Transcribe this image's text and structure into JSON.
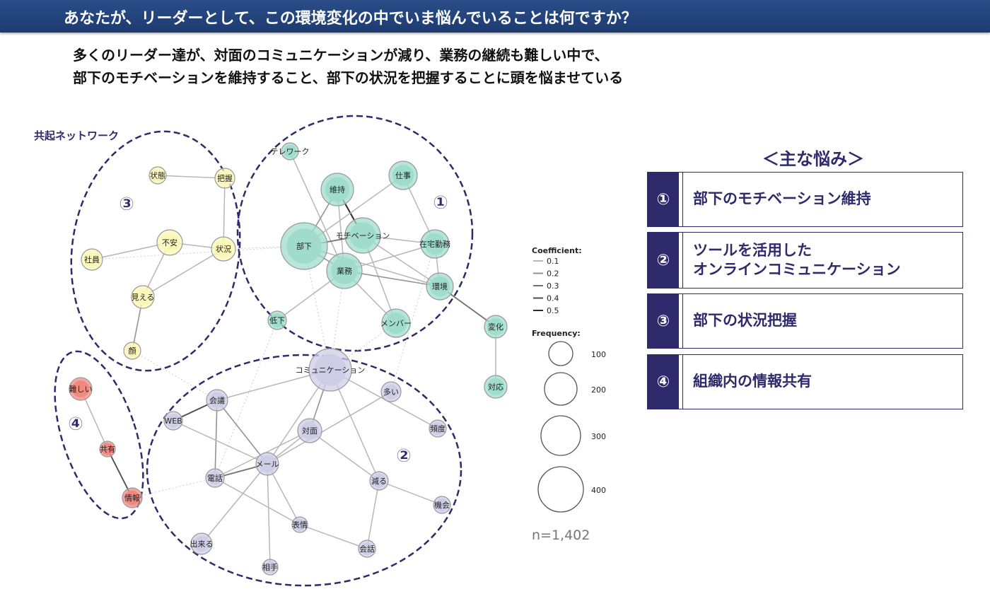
{
  "header": {
    "title": "あなたが、リーダーとして、この環境変化の中でいま悩んでいることは何ですか？"
  },
  "summary": {
    "line1": "多くのリーダー達が、対面のコミュニケーションが減り、業務の継続も難しい中で、",
    "line2": "部下のモチベーションを維持すること、部下の状況を把握することに頭を悩ませている"
  },
  "network": {
    "title": "共起ネットワーク",
    "group_labels": [
      "①",
      "②",
      "③",
      "④"
    ],
    "colors": {
      "g1": "#9fdccb",
      "g2": "#cfcde6",
      "g3": "#fbf7b8",
      "g4": "#f08a80",
      "frame": "#2e2a6b"
    },
    "nodes": [
      {
        "id": "テレワーク",
        "group": 1,
        "freq": 40
      },
      {
        "id": "維持",
        "group": 1,
        "freq": 150
      },
      {
        "id": "仕事",
        "group": 1,
        "freq": 110
      },
      {
        "id": "部下",
        "group": 1,
        "freq": 320
      },
      {
        "id": "モチベーション",
        "group": 1,
        "freq": 180
      },
      {
        "id": "在宅勤務",
        "group": 1,
        "freq": 110
      },
      {
        "id": "業務",
        "group": 1,
        "freq": 180
      },
      {
        "id": "環境",
        "group": 1,
        "freq": 100
      },
      {
        "id": "低下",
        "group": 1,
        "freq": 50
      },
      {
        "id": "メンバー",
        "group": 1,
        "freq": 110
      },
      {
        "id": "変化",
        "group": 1,
        "freq": 70
      },
      {
        "id": "対応",
        "group": 1,
        "freq": 70
      },
      {
        "id": "状態",
        "group": 3,
        "freq": 40
      },
      {
        "id": "把握",
        "group": 3,
        "freq": 55
      },
      {
        "id": "不安",
        "group": 3,
        "freq": 90
      },
      {
        "id": "状況",
        "group": 3,
        "freq": 80
      },
      {
        "id": "社員",
        "group": 3,
        "freq": 60
      },
      {
        "id": "見える",
        "group": 3,
        "freq": 70
      },
      {
        "id": "顔",
        "group": 3,
        "freq": 40
      },
      {
        "id": "コミュニケーション",
        "group": 2,
        "freq": 260
      },
      {
        "id": "多い",
        "group": 2,
        "freq": 55
      },
      {
        "id": "会議",
        "group": 2,
        "freq": 65
      },
      {
        "id": "WEB",
        "group": 2,
        "freq": 50
      },
      {
        "id": "頻度",
        "group": 2,
        "freq": 40
      },
      {
        "id": "対面",
        "group": 2,
        "freq": 85
      },
      {
        "id": "メール",
        "group": 2,
        "freq": 75
      },
      {
        "id": "電話",
        "group": 2,
        "freq": 50
      },
      {
        "id": "減る",
        "group": 2,
        "freq": 50
      },
      {
        "id": "機会",
        "group": 2,
        "freq": 40
      },
      {
        "id": "表情",
        "group": 2,
        "freq": 35
      },
      {
        "id": "会話",
        "group": 2,
        "freq": 40
      },
      {
        "id": "出来る",
        "group": 2,
        "freq": 60
      },
      {
        "id": "相手",
        "group": 2,
        "freq": 35
      },
      {
        "id": "難しい",
        "group": 4,
        "freq": 70
      },
      {
        "id": "共有",
        "group": 4,
        "freq": 35
      },
      {
        "id": "情報",
        "group": 4,
        "freq": 55
      }
    ],
    "edges": [
      [
        "テレワーク",
        "業務",
        0.1
      ],
      [
        "維持",
        "部下",
        0.2
      ],
      [
        "維持",
        "モチベーション",
        0.5
      ],
      [
        "維持",
        "業務",
        0.1
      ],
      [
        "仕事",
        "部下",
        0.1
      ],
      [
        "仕事",
        "在宅勤務",
        0.1
      ],
      [
        "部下",
        "モチベーション",
        0.3
      ],
      [
        "部下",
        "業務",
        0.2
      ],
      [
        "部下",
        "環境",
        0.1
      ],
      [
        "モチベーション",
        "在宅勤務",
        0.1
      ],
      [
        "モチベーション",
        "メンバー",
        0.1
      ],
      [
        "モチベーション",
        "環境",
        0.1
      ],
      [
        "業務",
        "在宅勤務",
        0.1
      ],
      [
        "業務",
        "環境",
        0.2
      ],
      [
        "業務",
        "メンバー",
        0.1
      ],
      [
        "業務",
        "低下",
        0.1
      ],
      [
        "在宅勤務",
        "環境",
        0.1
      ],
      [
        "環境",
        "変化",
        0.3
      ],
      [
        "変化",
        "対応",
        0.1
      ],
      [
        "状態",
        "把握",
        0.1
      ],
      [
        "把握",
        "状況",
        0.1
      ],
      [
        "状況",
        "不安",
        0.1
      ],
      [
        "不安",
        "社員",
        0.1
      ],
      [
        "不安",
        "見える",
        0.1
      ],
      [
        "見える",
        "顔",
        0.2
      ],
      [
        "状況",
        "見える",
        0.1
      ],
      [
        "コミュニケーション",
        "会議",
        0.1
      ],
      [
        "コミュニケーション",
        "対面",
        0.2
      ],
      [
        "コミュニケーション",
        "メール",
        0.1
      ],
      [
        "コミュニケーション",
        "減る",
        0.1
      ],
      [
        "コミュニケーション",
        "頻度",
        0.1
      ],
      [
        "会議",
        "WEB",
        0.4
      ],
      [
        "会議",
        "メール",
        0.2
      ],
      [
        "会議",
        "電話",
        0.2
      ],
      [
        "WEB",
        "メール",
        0.1
      ],
      [
        "対面",
        "メール",
        0.1
      ],
      [
        "多い",
        "メール",
        0.1
      ],
      [
        "対面",
        "減る",
        0.1
      ],
      [
        "メール",
        "電話",
        0.3
      ],
      [
        "電話",
        "対面",
        0.1
      ],
      [
        "メール",
        "表情",
        0.1
      ],
      [
        "メール",
        "出来る",
        0.1
      ],
      [
        "メール",
        "相手",
        0.1
      ],
      [
        "電話",
        "表情",
        0.1
      ],
      [
        "表情",
        "会話",
        0.1
      ],
      [
        "減る",
        "会話",
        0.1
      ],
      [
        "減る",
        "機会",
        0.1
      ],
      [
        "難しい",
        "共有",
        0.1
      ],
      [
        "共有",
        "情報",
        0.4
      ]
    ],
    "cross_edges": [
      [
        "状況",
        "部下"
      ],
      [
        "部下",
        "社員"
      ],
      [
        "顔",
        "会議"
      ],
      [
        "電話",
        "情報"
      ],
      [
        "部下",
        "コミュニケーション"
      ],
      [
        "業務",
        "コミュニケーション"
      ],
      [
        "メンバー",
        "コミュニケーション"
      ],
      [
        "在宅勤務",
        "多い"
      ],
      [
        "低下",
        "電話"
      ]
    ],
    "legend": {
      "coef_title": "Coefficient:",
      "coef": [
        "0.1",
        "0.2",
        "0.3",
        "0.4",
        "0.5"
      ],
      "freq_title": "Frequency:",
      "freq": [
        "100",
        "200",
        "300",
        "400"
      ],
      "n": "n=1,402"
    }
  },
  "right": {
    "title": "＜主な悩み＞",
    "items": [
      {
        "num": "①",
        "text": "部下のモチベーション維持"
      },
      {
        "num": "②",
        "text": "ツールを活用した\nオンラインコミュニケーション"
      },
      {
        "num": "③",
        "text": "部下の状況把握"
      },
      {
        "num": "④",
        "text": "組織内の情報共有"
      }
    ]
  }
}
